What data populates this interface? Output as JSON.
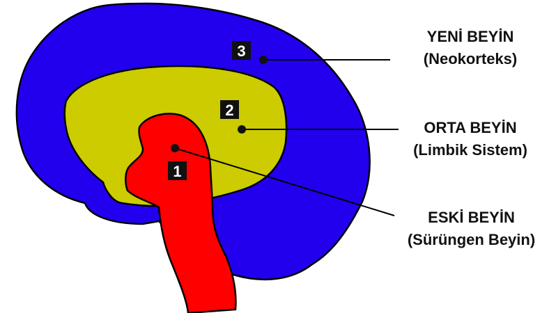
{
  "regions": [
    {
      "number": "3",
      "title": "YENİ BEYİN",
      "subtitle": "(Neokorteks)",
      "color": "#2200ee"
    },
    {
      "number": "2",
      "title": "ORTA BEYİN",
      "subtitle": "(Limbik Sistem)",
      "color": "#cccc00"
    },
    {
      "number": "1",
      "title": "ESKİ BEYİN",
      "subtitle": "(Sürüngen Beyin)",
      "color": "#ff0000"
    }
  ]
}
